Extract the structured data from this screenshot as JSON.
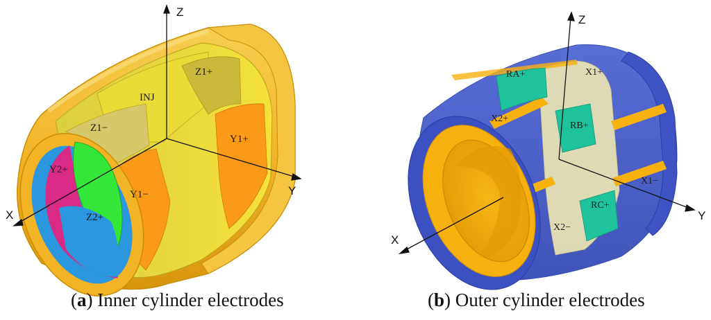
{
  "panel_a": {
    "caption_letter": "a",
    "caption_text": "Inner cylinder electrodes",
    "axes": {
      "x": "X",
      "y": "Y",
      "z": "Z"
    },
    "electrodes": {
      "inj": "INJ",
      "z1_plus": "Z1+",
      "z1_minus": "Z1−",
      "y1_plus": "Y1+",
      "y1_minus": "Y1−",
      "y2_plus": "Y2+",
      "z2_plus": "Z2+"
    },
    "colors": {
      "gold": "#f2b524",
      "yellow": "#f4df2a",
      "orange": "#fb9a17",
      "magenta": "#d92a86",
      "green": "#35e63a",
      "blue": "#2a97de"
    }
  },
  "panel_b": {
    "caption_letter": "b",
    "caption_text": "Outer cylinder electrodes",
    "axes": {
      "x": "X",
      "y": "Y",
      "z": "Z"
    },
    "electrodes": {
      "ra_plus": "RA+",
      "rb_plus": "RB+",
      "rc_plus": "RC+",
      "x1_plus": "X1+",
      "x1_minus": "X1−",
      "x2_plus": "X2+",
      "x2_minus": "X2−"
    },
    "colors": {
      "blue": "#4159c9",
      "teal": "#1fc39b",
      "beige": "#e6e1b4",
      "gold": "#f7b10f"
    }
  }
}
